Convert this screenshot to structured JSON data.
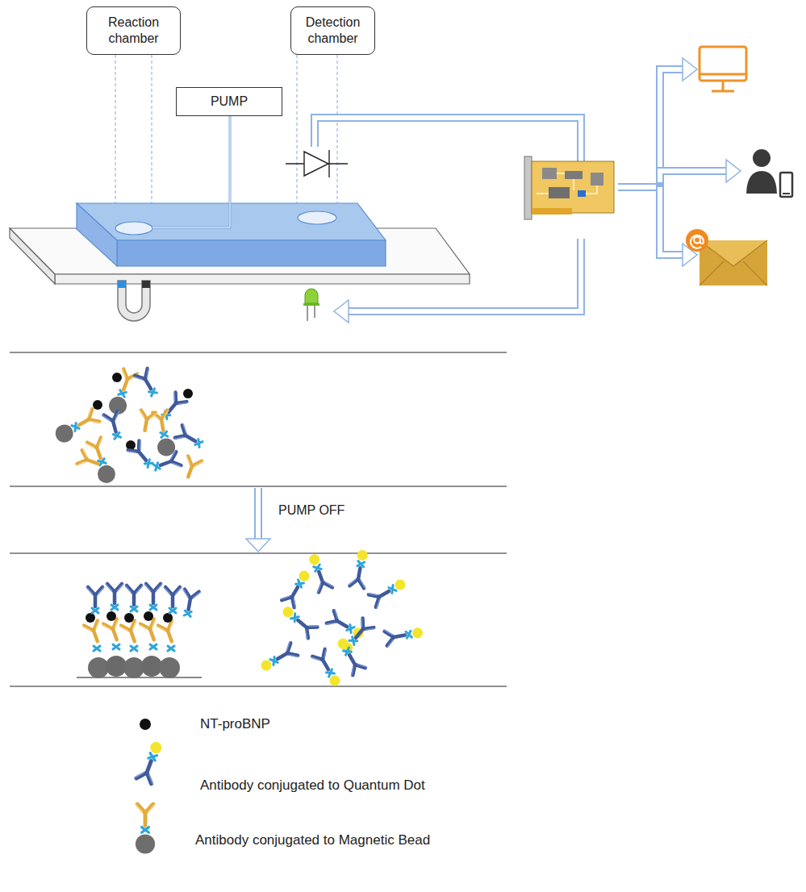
{
  "diagram": {
    "nodes": [
      {
        "text": [
          "Reaction chamber"
        ]
      },
      {
        "text": [
          "Detection chamber"
        ]
      },
      {
        "text": [
          "PUMP"
        ]
      }
    ],
    "labels": [
      "PUMP OFF"
    ],
    "legend": [
      {
        "text": "NT-proBNP"
      },
      {
        "text": "Antibody conjugated to Quantum Dot"
      },
      {
        "text": "Antibody conjugated to Magnetic Bead"
      }
    ]
  }
}
